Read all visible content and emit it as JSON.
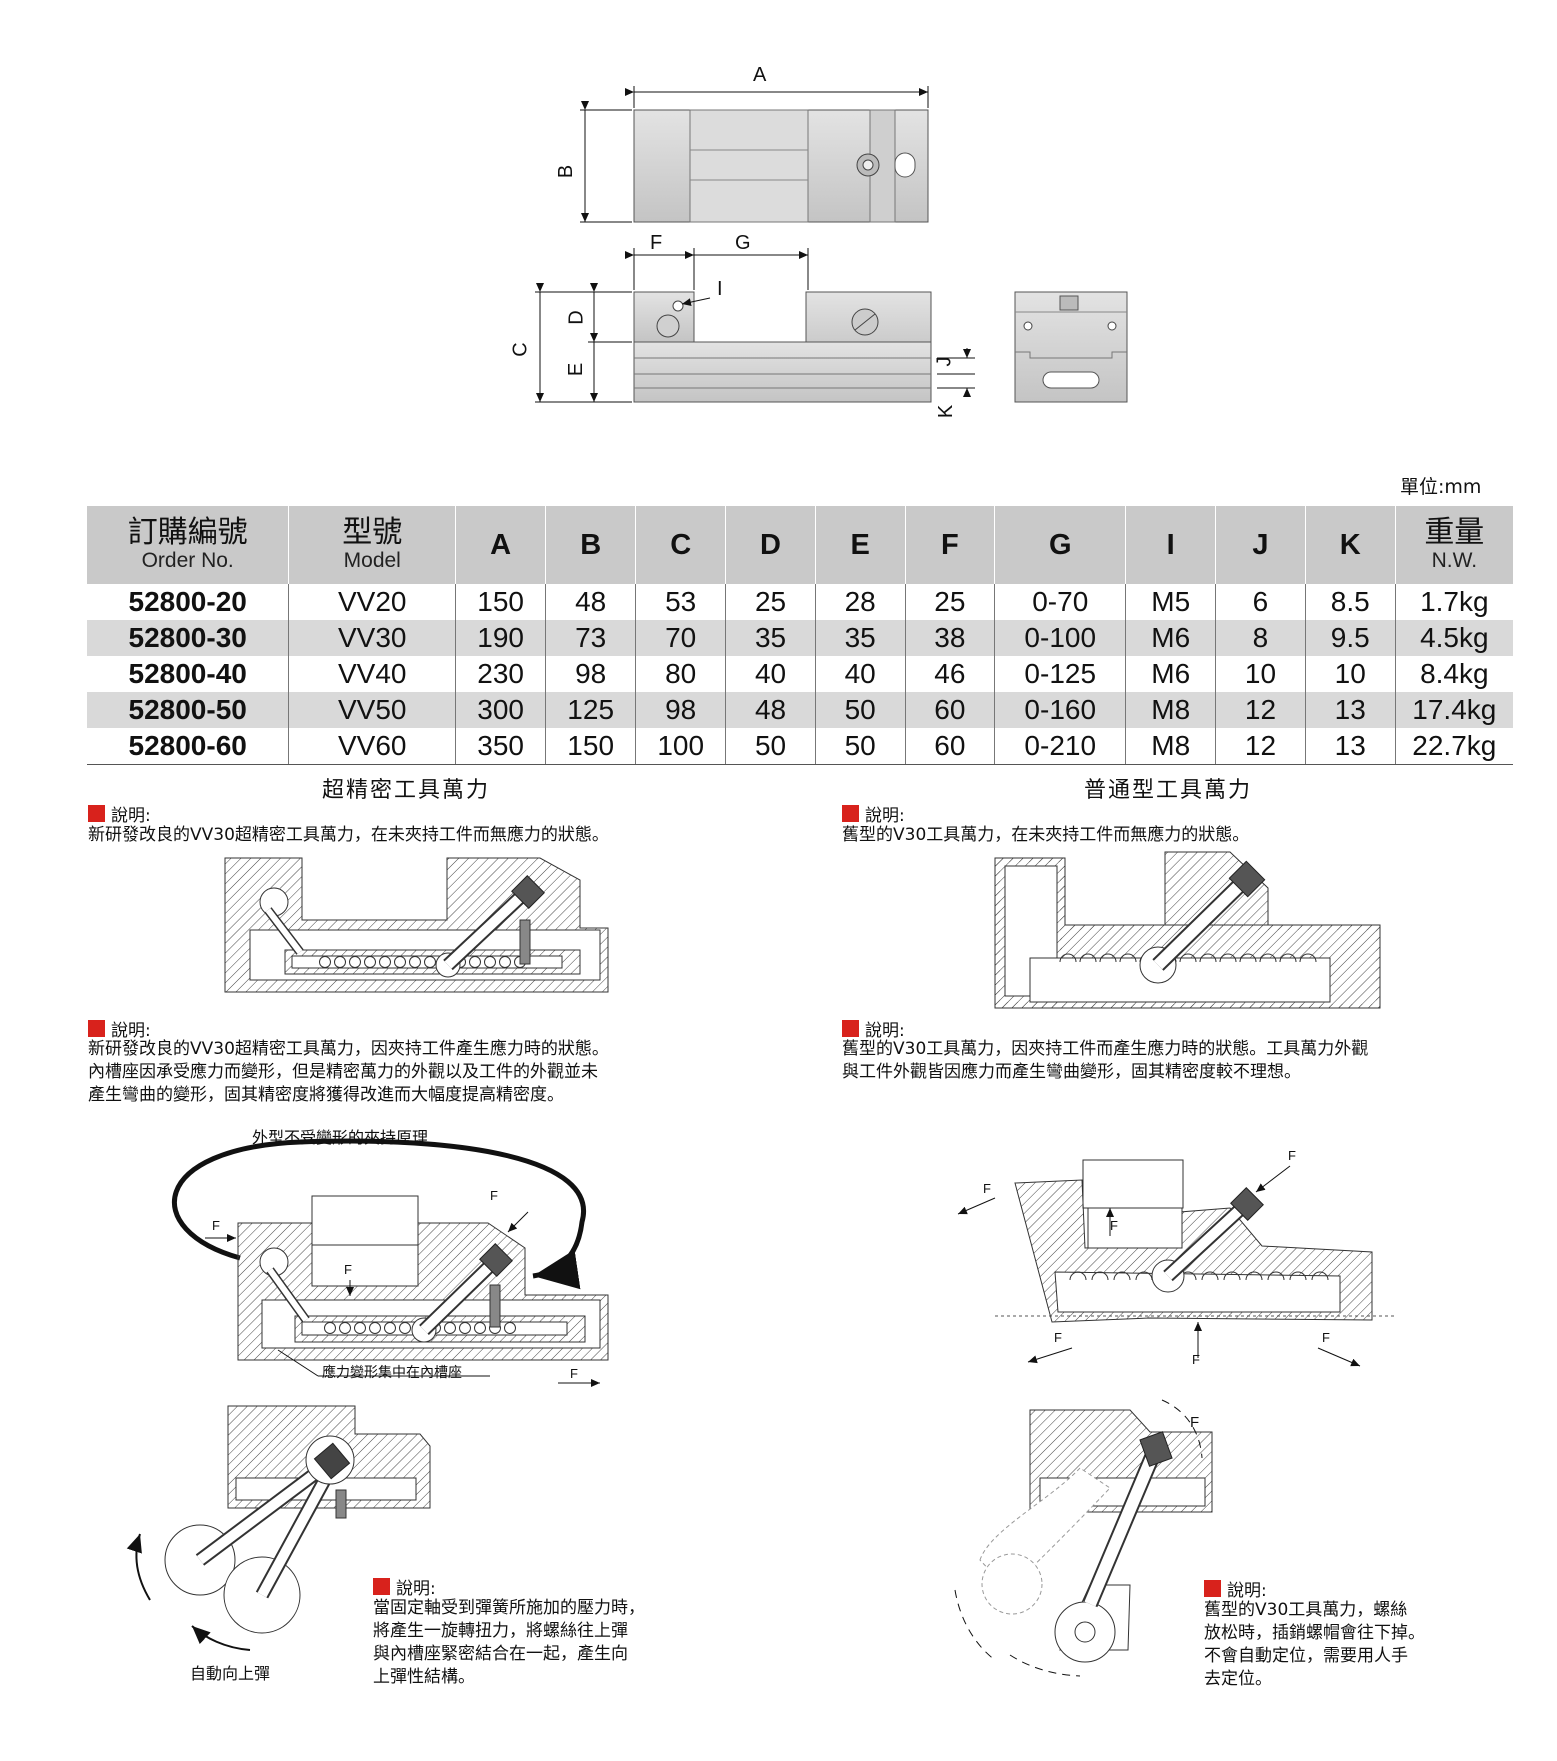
{
  "drawing": {
    "dim_labels": [
      "A",
      "B",
      "F",
      "G",
      "I",
      "C",
      "D",
      "E",
      "J",
      "K"
    ]
  },
  "unit_label": "單位:mm",
  "table": {
    "headers": [
      {
        "zh": "訂購編號",
        "en": "Order No."
      },
      {
        "zh": "型號",
        "en": "Model"
      },
      {
        "letter": "A"
      },
      {
        "letter": "B"
      },
      {
        "letter": "C"
      },
      {
        "letter": "D"
      },
      {
        "letter": "E"
      },
      {
        "letter": "F"
      },
      {
        "letter": "G"
      },
      {
        "letter": "I"
      },
      {
        "letter": "J"
      },
      {
        "letter": "K"
      },
      {
        "zh": "重量",
        "en": "N.W."
      }
    ],
    "rows": [
      [
        "52800-20",
        "VV20",
        "150",
        "48",
        "53",
        "25",
        "28",
        "25",
        "0-70",
        "M5",
        "6",
        "8.5",
        "1.7kg"
      ],
      [
        "52800-30",
        "VV30",
        "190",
        "73",
        "70",
        "35",
        "35",
        "38",
        "0-100",
        "M6",
        "8",
        "9.5",
        "4.5kg"
      ],
      [
        "52800-40",
        "VV40",
        "230",
        "98",
        "80",
        "40",
        "40",
        "46",
        "0-125",
        "M6",
        "10",
        "10",
        "8.4kg"
      ],
      [
        "52800-50",
        "VV50",
        "300",
        "125",
        "98",
        "48",
        "50",
        "60",
        "0-160",
        "M8",
        "12",
        "13",
        "17.4kg"
      ],
      [
        "52800-60",
        "VV60",
        "350",
        "150",
        "100",
        "50",
        "50",
        "60",
        "0-210",
        "M8",
        "12",
        "13",
        "22.7kg"
      ]
    ]
  },
  "left": {
    "title": "超精密工具萬力",
    "note1_head": "說明:",
    "note1": "新研發改良的VV30超精密工具萬力，在未夾持工件而無應力的狀態。",
    "note2_head": "說明:",
    "note2": "新研發改良的VV30超精密工具萬力，因夾持工件產生應力時的狀態。\n內槽座因承受應力而變形，但是精密萬力的外觀以及工件的外觀並未\n產生彎曲的變形，固其精密度將獲得改進而大幅度提高精密度。",
    "principle_label": "外型不受變形的夾持原理",
    "stress_label": "應力變形集中在內槽座",
    "force_label": "F",
    "spring_label": "自動向上彈",
    "note3_head": "說明:",
    "note3": "當固定軸受到彈簧所施加的壓力時，\n將產生一旋轉扭力，將螺絲往上彈\n與內槽座緊密結合在一起，產生向\n上彈性結構。"
  },
  "right": {
    "title": "普通型工具萬力",
    "note1_head": "說明:",
    "note1": "舊型的V30工具萬力，在未夾持工件而無應力的狀態。",
    "note2_head": "說明:",
    "note2": "舊型的V30工具萬力，因夾持工件而產生應力時的狀態。工具萬力外觀\n與工件外觀皆因應力而產生彎曲變形，固其精密度較不理想。",
    "force_label": "F",
    "note3_head": "說明:",
    "note3": "舊型的V30工具萬力，螺絲\n放松時，插銷螺帽會往下掉。\n不會自動定位，需要用人手\n去定位。"
  }
}
